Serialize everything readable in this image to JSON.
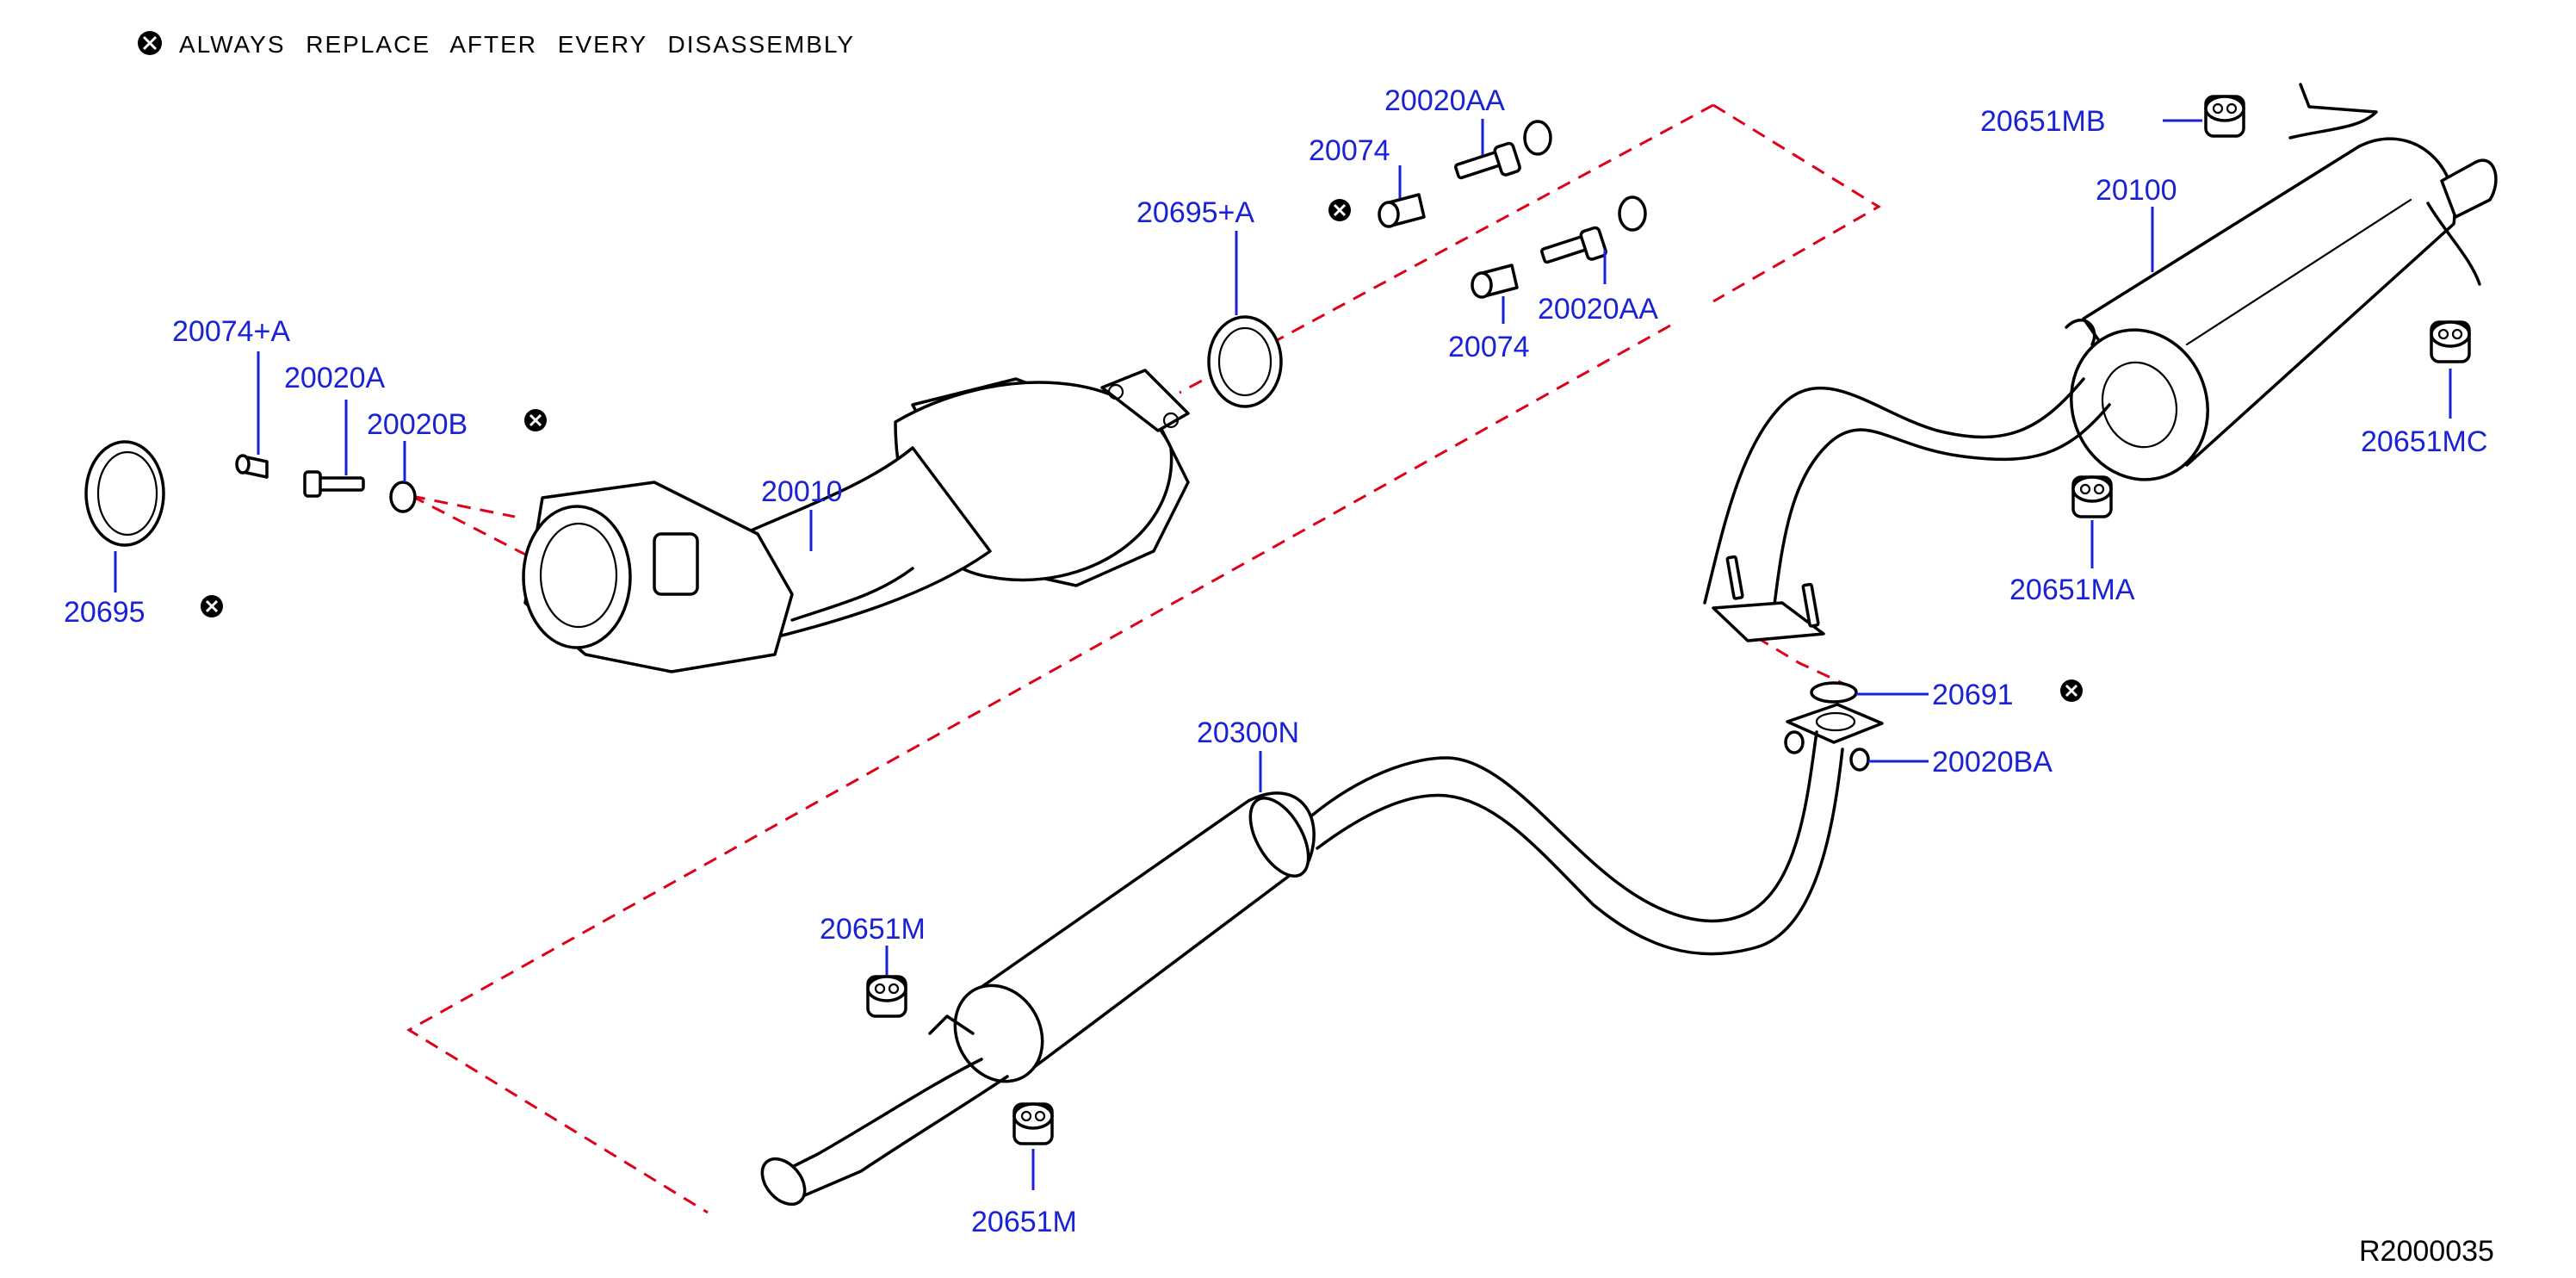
{
  "header": {
    "note_text": "ALWAYS REPLACE AFTER EVERY DISASSEMBLY",
    "note_icon": "circle-x-icon"
  },
  "footer": {
    "reference": "R2000035"
  },
  "colors": {
    "label": "#1a22d6",
    "boundary": "#e0001a",
    "outline": "#000000"
  },
  "callouts": {
    "gasket_20695": "20695",
    "bushing_20074A": "20074+A",
    "bolt_20020A": "20020A",
    "nut_20020B": "20020B",
    "catalyst_20010": "20010",
    "gasket_20695A": "20695+A",
    "bushing_20074_top": "20074",
    "bolt_20020AA_top": "20020AA",
    "bushing_20074_mid": "20074",
    "bolt_20020AA_mid": "20020AA",
    "mount_20651MB": "20651MB",
    "muffler_20100": "20100",
    "mount_20651MC": "20651MC",
    "mount_20651MA": "20651MA",
    "gasket_20691": "20691",
    "nut_20020BA": "20020BA",
    "center_pipe_20300N": "20300N",
    "mount_20651M_upper": "20651M",
    "mount_20651M_lower": "20651M"
  }
}
